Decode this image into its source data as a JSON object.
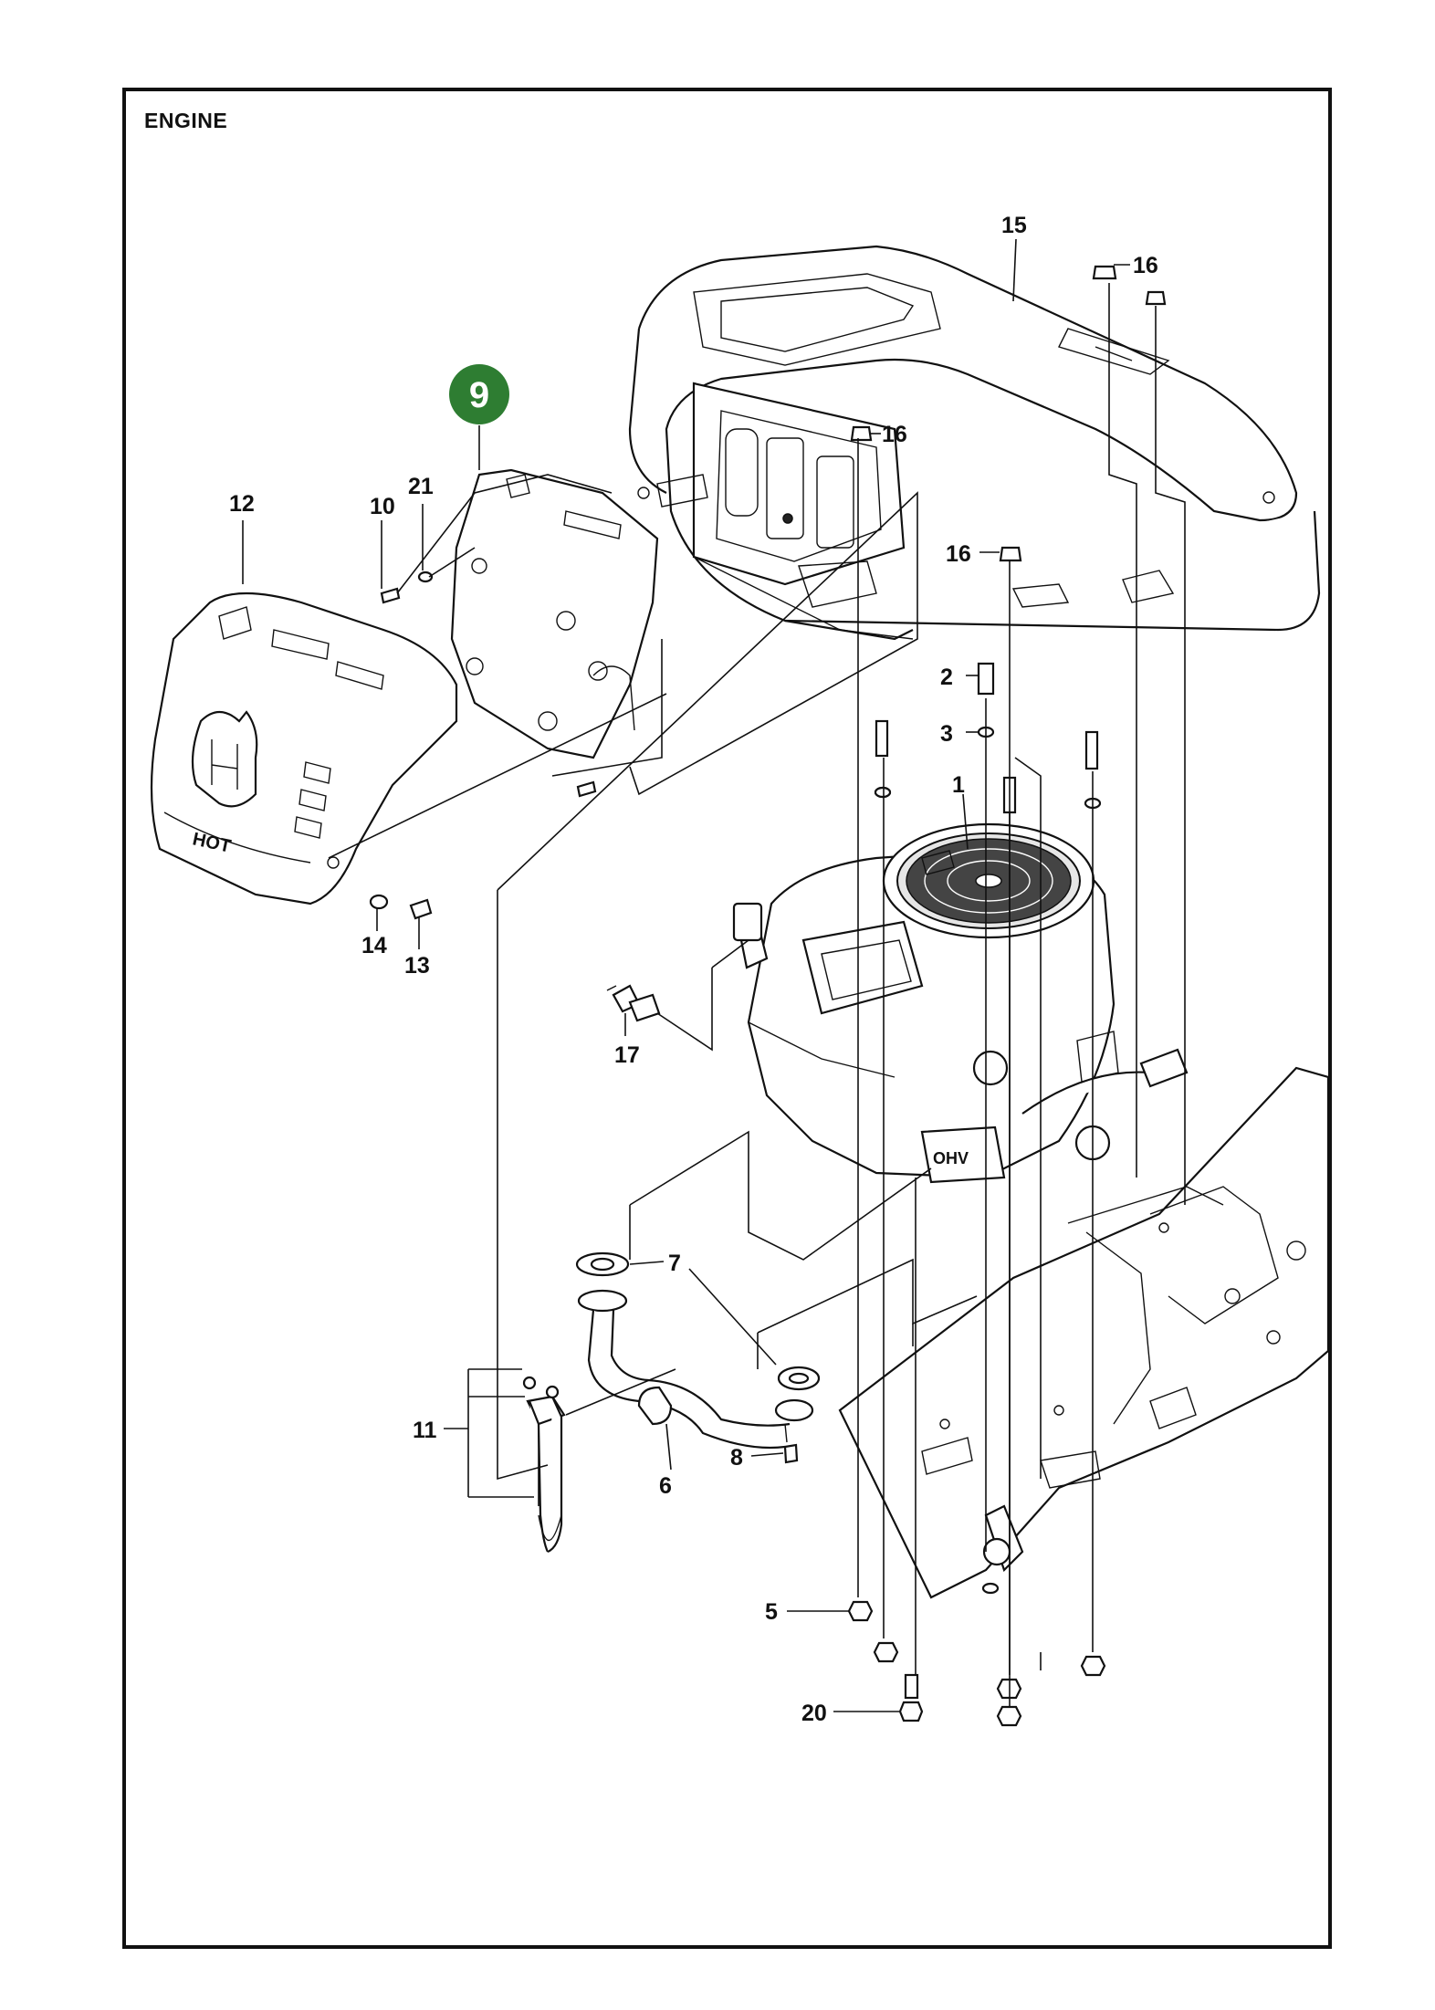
{
  "page": {
    "title": "ENGINE"
  },
  "badge": {
    "label": "9",
    "color": "#2e7d32"
  },
  "callouts": [
    {
      "id": "c1",
      "label": "1"
    },
    {
      "id": "c2",
      "label": "2"
    },
    {
      "id": "c3",
      "label": "3"
    },
    {
      "id": "c5",
      "label": "5"
    },
    {
      "id": "c6",
      "label": "6"
    },
    {
      "id": "c7",
      "label": "7"
    },
    {
      "id": "c8",
      "label": "8"
    },
    {
      "id": "c10",
      "label": "10"
    },
    {
      "id": "c11",
      "label": "11"
    },
    {
      "id": "c12",
      "label": "12"
    },
    {
      "id": "c13",
      "label": "13"
    },
    {
      "id": "c14",
      "label": "14"
    },
    {
      "id": "c15",
      "label": "15"
    },
    {
      "id": "c16a",
      "label": "16"
    },
    {
      "id": "c16b",
      "label": "16"
    },
    {
      "id": "c16c",
      "label": "16"
    },
    {
      "id": "c17",
      "label": "17"
    },
    {
      "id": "c20",
      "label": "20"
    },
    {
      "id": "c21",
      "label": "21"
    }
  ],
  "embossed_text": {
    "hood_warning": "HOT",
    "engine_badge": "OHV"
  },
  "colors": {
    "line": "#111111",
    "fill": "#ffffff",
    "badge": "#2e7d32"
  }
}
